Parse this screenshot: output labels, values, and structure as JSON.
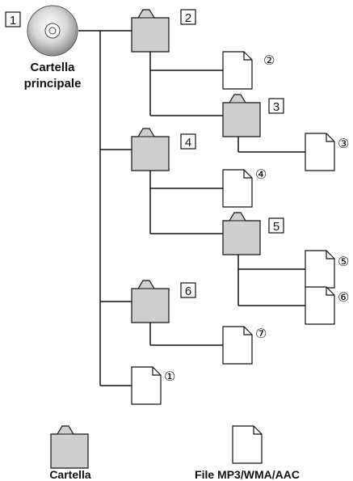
{
  "root": {
    "number": "1",
    "caption_line1": "Cartella",
    "caption_line2": "principale"
  },
  "folders": [
    {
      "number": "2"
    },
    {
      "number": "3"
    },
    {
      "number": "4"
    },
    {
      "number": "5"
    },
    {
      "number": "6"
    }
  ],
  "files": [
    {
      "number": "②"
    },
    {
      "number": "③"
    },
    {
      "number": "④"
    },
    {
      "number": "⑤"
    },
    {
      "number": "⑥"
    },
    {
      "number": "⑦"
    },
    {
      "number": "①"
    }
  ],
  "legend": {
    "folder_label": "Cartella",
    "file_label": "File MP3/WMA/AAC"
  },
  "colors": {
    "folder_fill": "#cfcfcf",
    "line": "#111111",
    "paper": "#ffffff"
  }
}
